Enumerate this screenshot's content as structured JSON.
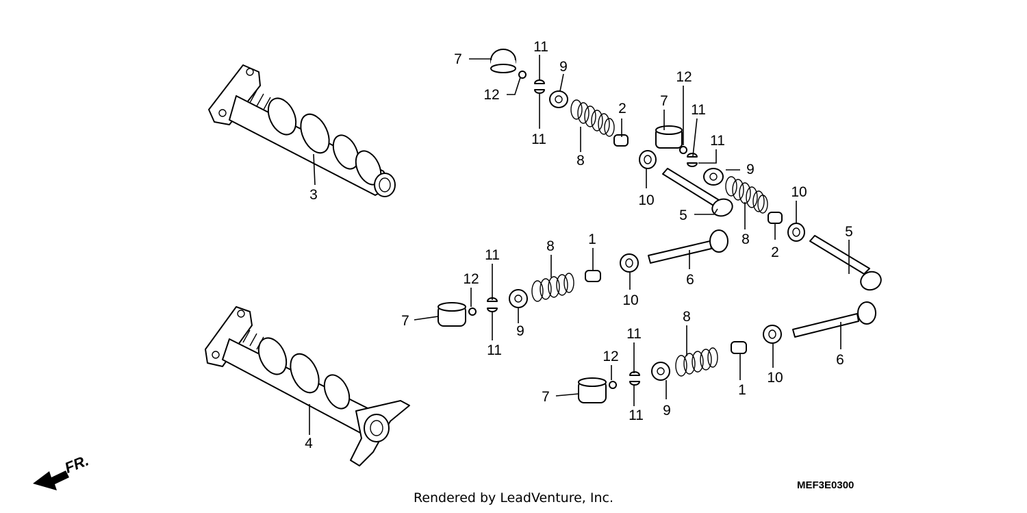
{
  "diagram_code": "MEF3E0300",
  "credit_text": "Rendered by LeadVenture, Inc.",
  "fr_label": "FR.",
  "callouts": [
    "1",
    "1",
    "2",
    "2",
    "3",
    "4",
    "5",
    "5",
    "6",
    "6",
    "7",
    "7",
    "7",
    "7",
    "8",
    "8",
    "8",
    "8",
    "9",
    "9",
    "9",
    "9",
    "10",
    "10",
    "10",
    "10",
    "11",
    "11",
    "11",
    "11",
    "11",
    "11",
    "11",
    "11",
    "12",
    "12",
    "12",
    "12"
  ]
}
